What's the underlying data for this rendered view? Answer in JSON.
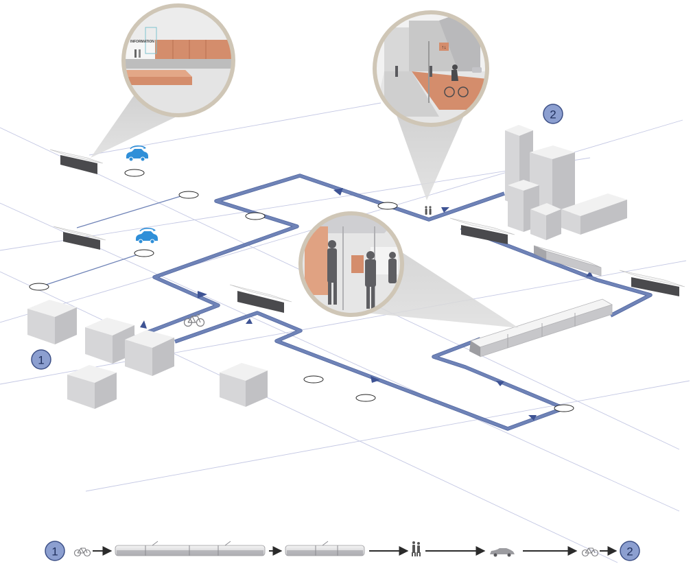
{
  "journey": {
    "origin_label": "1",
    "destination_label": "2",
    "legend_start_label": "1",
    "legend_end_label": "2",
    "legend_steps": [
      "bike-icon",
      "long-tram-icon",
      "short-tram-icon",
      "walking-pedestrians-icon",
      "car-icon",
      "bike-icon"
    ]
  },
  "callouts": {
    "information_sign": "INFORMATION"
  },
  "colors": {
    "route": "#5a71a8",
    "route_stroke": "#6f83b7",
    "badge_fill": "#8c9fd0",
    "badge_stroke": "#3c4f86",
    "car_share_blue": "#2f8fd8",
    "grid_line": "#b9bfe0",
    "block_top": "#f1f1f1",
    "block_left": "#d7d7d9",
    "block_right": "#c2c2c5",
    "copper": "#d48d6c",
    "callout_ring": "#cdc4b6"
  }
}
